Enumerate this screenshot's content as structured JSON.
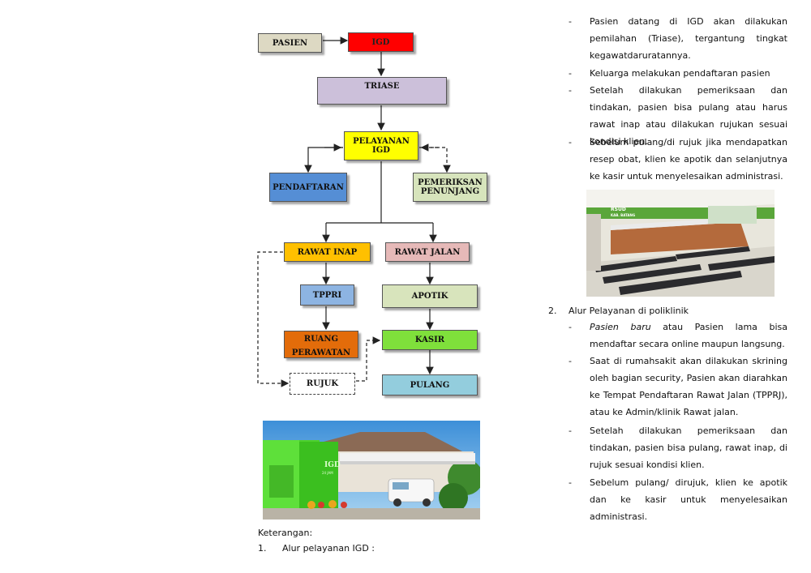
{
  "flowchart": {
    "pasien": "PASIEN",
    "igd": "IGD",
    "triase": "TRIASE",
    "pelayanan_igd_1": "PELAYANAN",
    "pelayanan_igd_2": "IGD",
    "pendaftaran": "PENDAFTARAN",
    "pemeriksan_1": "PEMERIKSAN",
    "pemeriksan_2": "PENUNJANG",
    "rawat_inap": "RAWAT INAP",
    "rawat_jalan": "RAWAT JALAN",
    "tppri": "TPPRI",
    "apotik": "APOTIK",
    "ruang_1": "RUANG",
    "ruang_2": "PERAWATAN",
    "kasir": "KASIR",
    "rujuk": "RUJUK",
    "pulang": "PULANG"
  },
  "colors": {
    "pasien": "#ddd9c3",
    "igd": "#ff0000",
    "triase": "#ccc0da",
    "pelayanan": "#ffff00",
    "pendaftaran": "#558ed5",
    "pemeriksan": "#d7e4bc",
    "rawat_inap": "#ffc000",
    "rawat_jalan": "#e6b9b8",
    "tppri": "#8db4e2",
    "apotik": "#d8e4bc",
    "ruang": "#e36c0a",
    "kasir": "#7fe03b",
    "pulang": "#93cddd"
  },
  "photo_igd": {
    "sign": "IGD",
    "sub": "24 JAM"
  },
  "photo_rsud": {
    "sign_1": "RSUD",
    "sign_2": "KAB. BATANG"
  },
  "left_text": {
    "keterangan": "Keterangan:",
    "item1_num": "1.",
    "item1_label": "Alur pelayanan IGD :"
  },
  "right_text": {
    "igd_bullets": [
      "Pasien datang di IGD akan dilakukan pemilahan (Triase), tergantung tingkat kegawatdaruratannya.",
      "Keluarga melakukan pendaftaran pasien",
      "Setelah dilakukan pemeriksaan dan tindakan, pasien bisa pulang atau harus rawat inap atau dilakukan rujukan sesuai kondisi klien.",
      "Sebelum pulang/di rujuk jika mendapatkan resep obat, klien ke apotik dan selanjutnya ke kasir untuk menyelesaikan administrasi."
    ],
    "item2_num": "2.",
    "item2_label": "Alur Pelayanan di poliklinik",
    "poli_b1_italic": "Pasien baru",
    "poli_b1_rest": " atau Pasien lama bisa mendaftar secara online maupun langsung.",
    "poli_bullets": [
      "Saat di rumahsakit akan dilakukan skrining oleh bagian security, Pasien akan diarahkan ke Tempat Pendaftaran Rawat Jalan (TPPRJ), atau ke Admin/klinik Rawat jalan.",
      "Setelah dilakukan pemeriksaan dan tindakan, pasien bisa pulang, rawat inap, di rujuk sesuai kondisi klien.",
      "Sebelum pulang/ dirujuk, klien ke apotik dan ke kasir untuk menyelesaikan administrasi."
    ],
    "dash": "-"
  }
}
